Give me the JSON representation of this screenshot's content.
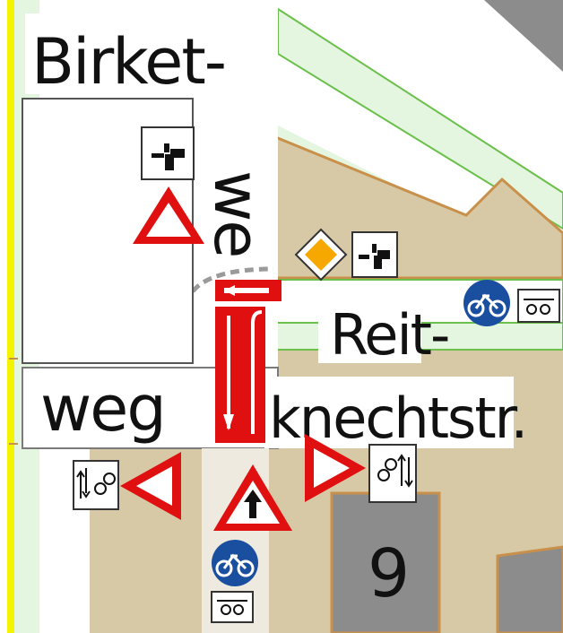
{
  "map": {
    "street_labels": {
      "birket": "Birket-",
      "we": "we",
      "weg": "weg",
      "reit": "Reit-",
      "knechtstr": "knechtstr."
    },
    "house_number": "9",
    "colors": {
      "road_casing": "#7a7a7a",
      "residential_area": "#e4f6e0",
      "landuse_brown": "#d8c9a6",
      "building": "#8c8c8c",
      "building_outline": "#c8904a",
      "green_line": "#6ac04a",
      "yellow_boundary": "#f4f400",
      "sign_red": "#e01010",
      "sign_blue": "#1a4fa0",
      "priority_yellow": "#f7a800"
    },
    "icons": [
      "crossroad-priority-sign-icon",
      "warning-triangle-icon",
      "priority-road-sign-icon",
      "cycle-path-sign-icon",
      "bicycle-both-directions-icon",
      "no-through-road-turn-icon",
      "pedestrian-priority-warning-icon"
    ]
  }
}
